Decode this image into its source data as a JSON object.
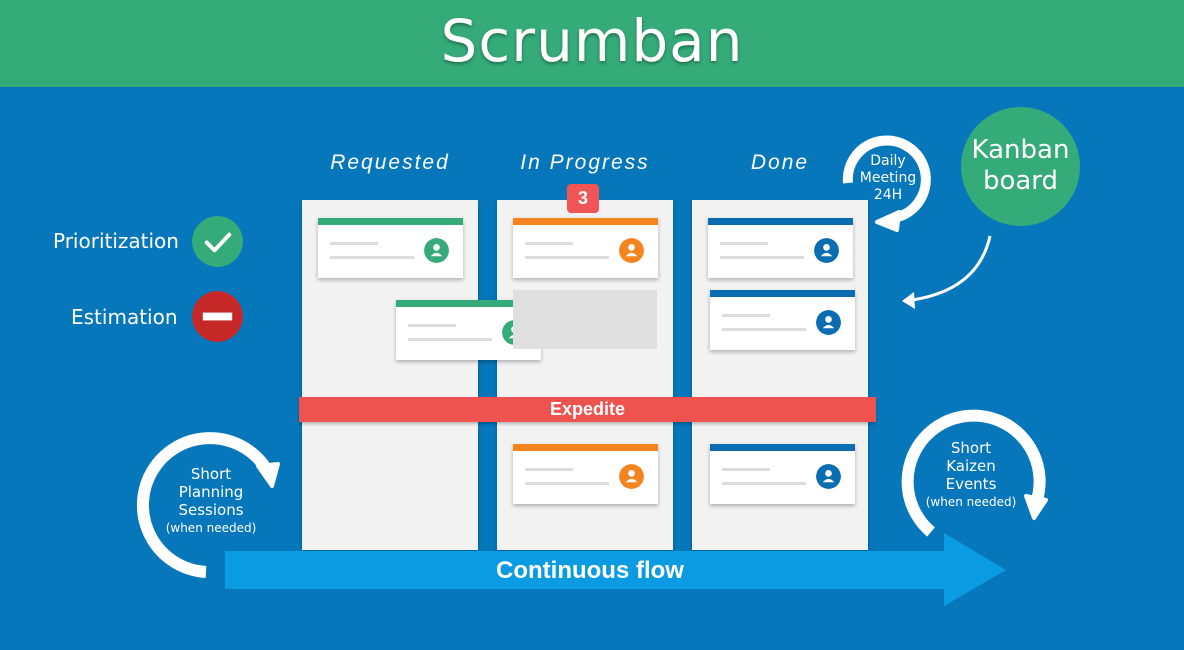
{
  "title": "Scrumban",
  "columns": [
    "Requested",
    "In Progress",
    "Done"
  ],
  "wip_limit": "3",
  "expedite_label": "Expedite",
  "flow_label": "Continuous flow",
  "practices": [
    {
      "label": "Prioritization",
      "status": "check-icon",
      "color": "#35ab79"
    },
    {
      "label": "Estimation",
      "status": "no-entry-icon",
      "color": "#c62828"
    }
  ],
  "kanban_board": [
    "Kanban",
    "board"
  ],
  "daily_meeting": [
    "Daily",
    "Meeting",
    "24H"
  ],
  "planning": {
    "lines": [
      "Short",
      "Planning",
      "Sessions"
    ],
    "note": "(when needed)"
  },
  "kaizen": {
    "lines": [
      "Short",
      "Kaizen",
      "Events"
    ],
    "note": "(when needed)"
  },
  "colors": {
    "header": "#35ab79",
    "background": "#0677bb",
    "requested": "#35ab79",
    "in_progress": "#f5841f",
    "done": "#0a6db1",
    "expedite": "#ef5350",
    "flow_arrow": "#0b9be3"
  }
}
